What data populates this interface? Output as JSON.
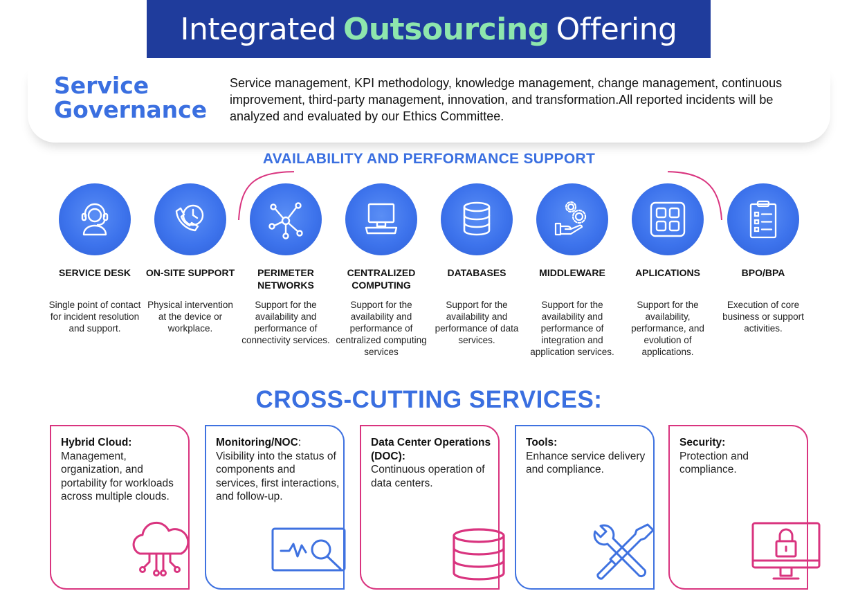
{
  "title": {
    "part1": "Integrated",
    "highlight": "Outsourcing",
    "part2": "Offering"
  },
  "governance": {
    "title_line1": "Service",
    "title_line2": "Governance",
    "text": "Service management, KPI methodology, knowledge management, change management, continuous improvement, third-party management, innovation, and transformation.All reported incidents will be analyzed and evaluated by our Ethics Committee."
  },
  "availability_title": "AVAILABILITY AND PERFORMANCE SUPPORT",
  "services": [
    {
      "name": "SERVICE DESK",
      "desc": "Single point of contact for incident resolution and support.",
      "icon": "headset-icon"
    },
    {
      "name": "ON-SITE SUPPORT",
      "desc": "Physical intervention at the device or workplace.",
      "icon": "phone-clock-icon"
    },
    {
      "name": "PERIMETER NETWORKS",
      "desc": "Support for the availability and performance of connectivity services.",
      "icon": "network-hub-icon"
    },
    {
      "name": "CENTRALIZED COMPUTING",
      "desc": "Support for the availability and performance of centralized computing services",
      "icon": "computer-icon"
    },
    {
      "name": "DATABASES",
      "desc": "Support for the availability and performance of data services.",
      "icon": "database-icon"
    },
    {
      "name": "MIDDLEWARE",
      "desc": "Support for the availability and performance of integration and application services.",
      "icon": "hand-gears-icon"
    },
    {
      "name": "APLICATIONS",
      "desc": "Support for the availability, performance, and evolution of applications.",
      "icon": "app-grid-icon"
    },
    {
      "name": "BPO/BPA",
      "desc": "Execution of core business or support activities.",
      "icon": "clipboard-checklist-icon"
    }
  ],
  "cross_title": "CROSS-CUTTING SERVICES:",
  "cross_services": [
    {
      "label": "Hybrid Cloud:",
      "text": "Management, organization, and portability for workloads across multiple clouds.",
      "color": "#d9347f",
      "icon": "cloud-network-icon"
    },
    {
      "label": "Monitoring/NOC",
      "label_suffix": ":",
      "text": "Visibility into the status of components and services, first interactions, and follow-up.",
      "color": "#3f72e0",
      "icon": "monitor-magnifier-icon"
    },
    {
      "label": "Data Center Operations (DOC):",
      "text": "Continuous operation of data centers.",
      "color": "#d9347f",
      "icon": "database-stack-icon"
    },
    {
      "label": "Tools:",
      "text": "Enhance service delivery and compliance.",
      "color": "#3f72e0",
      "icon": "wrench-screwdriver-icon"
    },
    {
      "label": "Security:",
      "text": "Protection and compliance.",
      "color": "#d9347f",
      "icon": "monitor-lock-icon"
    }
  ],
  "colors": {
    "banner": "#1f3c9c",
    "accent_blue": "#3a6fe0",
    "accent_pink": "#d9347f",
    "highlight_green": "#8ee6ad"
  }
}
